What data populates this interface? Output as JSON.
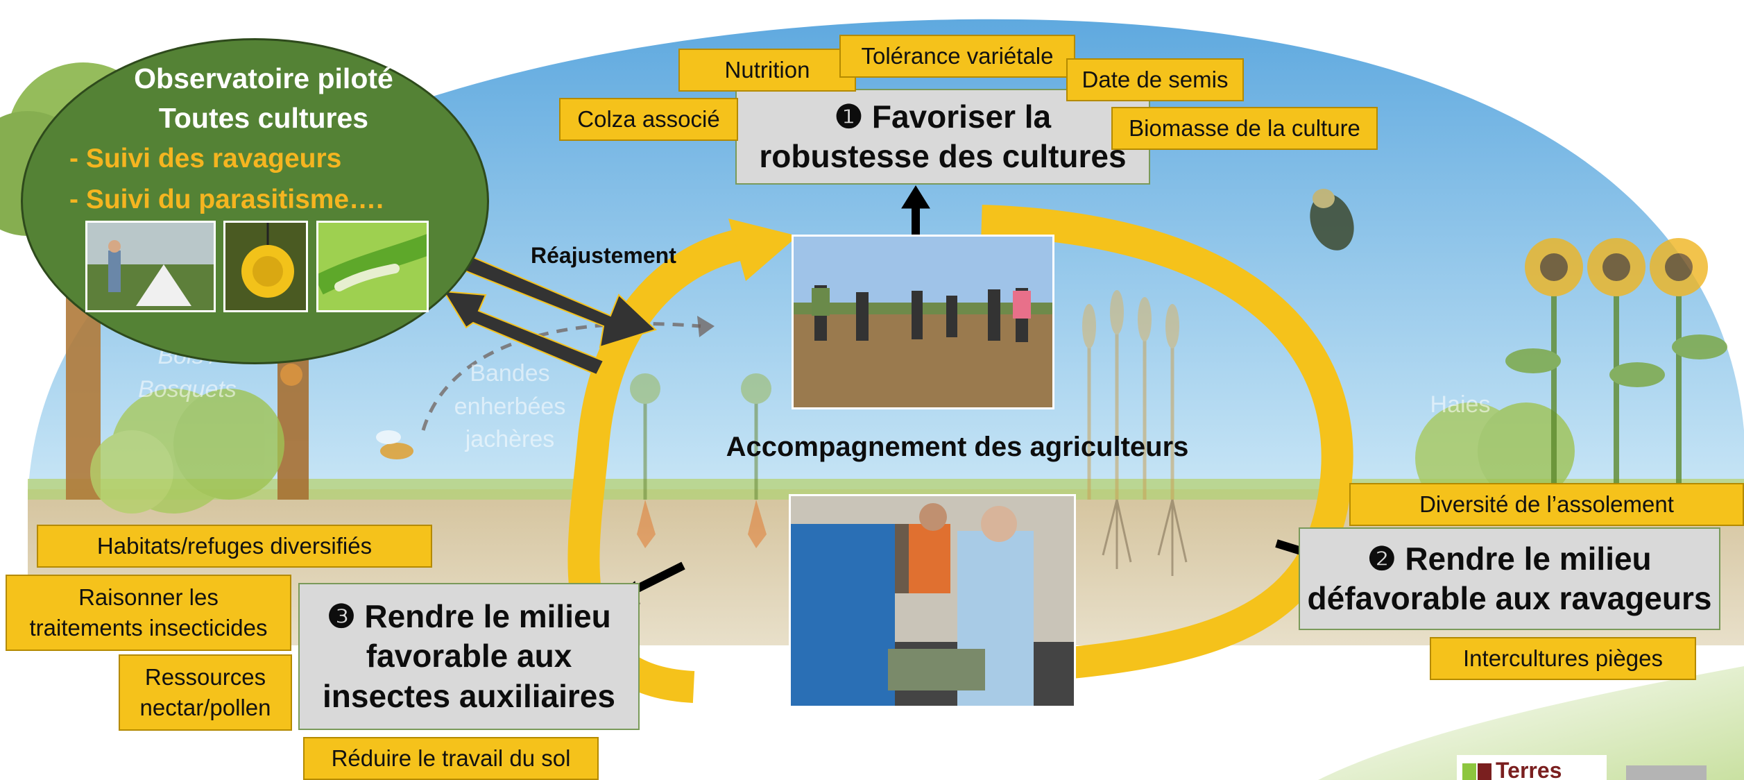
{
  "observatoire": {
    "title_line1": "Observatoire piloté",
    "title_line2": "Toutes cultures",
    "items": [
      "- Suivi des ravageurs",
      "- Suivi du parasitisme…."
    ]
  },
  "reajustement_label": "Réajustement",
  "center_label": "Accompagnement des agriculteurs",
  "goal1": {
    "number_icon": "❶",
    "line1": "Favoriser la",
    "line2": "robustesse des cultures",
    "levers": [
      "Nutrition",
      "Tolérance variétale",
      "Date de semis",
      "Colza associé",
      "Biomasse de la culture"
    ]
  },
  "goal2": {
    "number_icon": "❷",
    "line1": "Rendre le milieu",
    "line2": "défavorable aux ravageurs",
    "levers": [
      "Diversité de l’assolement",
      "Intercultures pièges"
    ]
  },
  "goal3": {
    "number_icon": "❸",
    "line1": "Rendre le milieu",
    "line2": "favorable aux",
    "line3": "insectes auxiliaires",
    "levers": [
      "Habitats/refuges diversifiés",
      "Raisonner les traitements insecticides",
      "Ressources nectar/pollen",
      "Réduire le travail du sol"
    ],
    "lever_lines": {
      "raisonner_1": "Raisonner les",
      "raisonner_2": "traitements insecticides",
      "ressources_1": "Ressources",
      "ressources_2": "nectar/pollen"
    }
  },
  "landscape_labels": {
    "bois_1": "Bois /",
    "bois_2": "Bosquets",
    "bandes_1": "Bandes",
    "bandes_2": "enherbées",
    "bandes_3": "jachères",
    "haies": "Haies"
  },
  "logo_text": "Terres",
  "colors": {
    "sky": "#8fc7ea",
    "ground": "#d8c9a4",
    "observatoire_green": "#548235",
    "lever_yellow": "#f5c21b",
    "goal_gray": "#d9d9d9",
    "cycle_arrow": "#f5c21b",
    "arrow_dark": "#3a3a3a"
  }
}
